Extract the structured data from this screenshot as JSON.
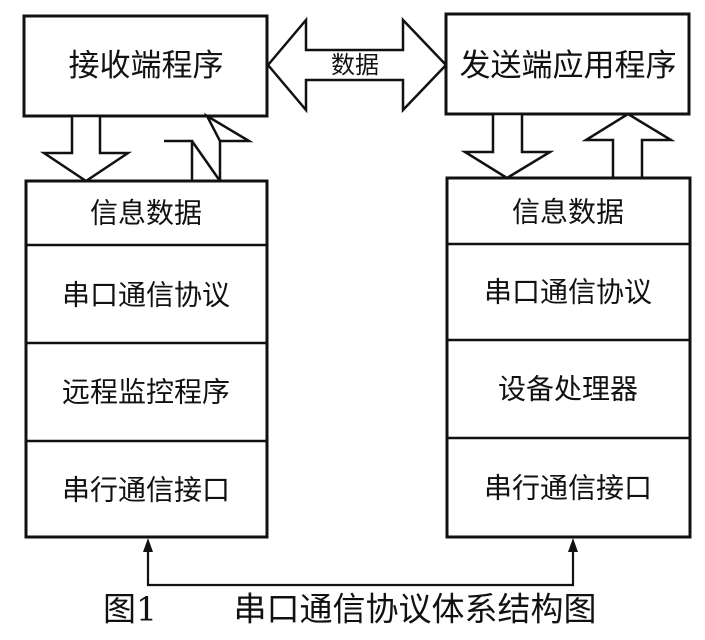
{
  "figure": {
    "caption_number": "图1",
    "caption_title": "串口通信协议体系结构图"
  },
  "receiver": {
    "top_label": "接收端程序",
    "layers": [
      "信息数据",
      "串口通信协议",
      "远程监控程序",
      "串行通信接口"
    ]
  },
  "sender": {
    "top_label": "发送端应用程序",
    "layers": [
      "信息数据",
      "串口通信协议",
      "设备处理器",
      "串行通信接口"
    ]
  },
  "link": {
    "data_label": "数据"
  }
}
